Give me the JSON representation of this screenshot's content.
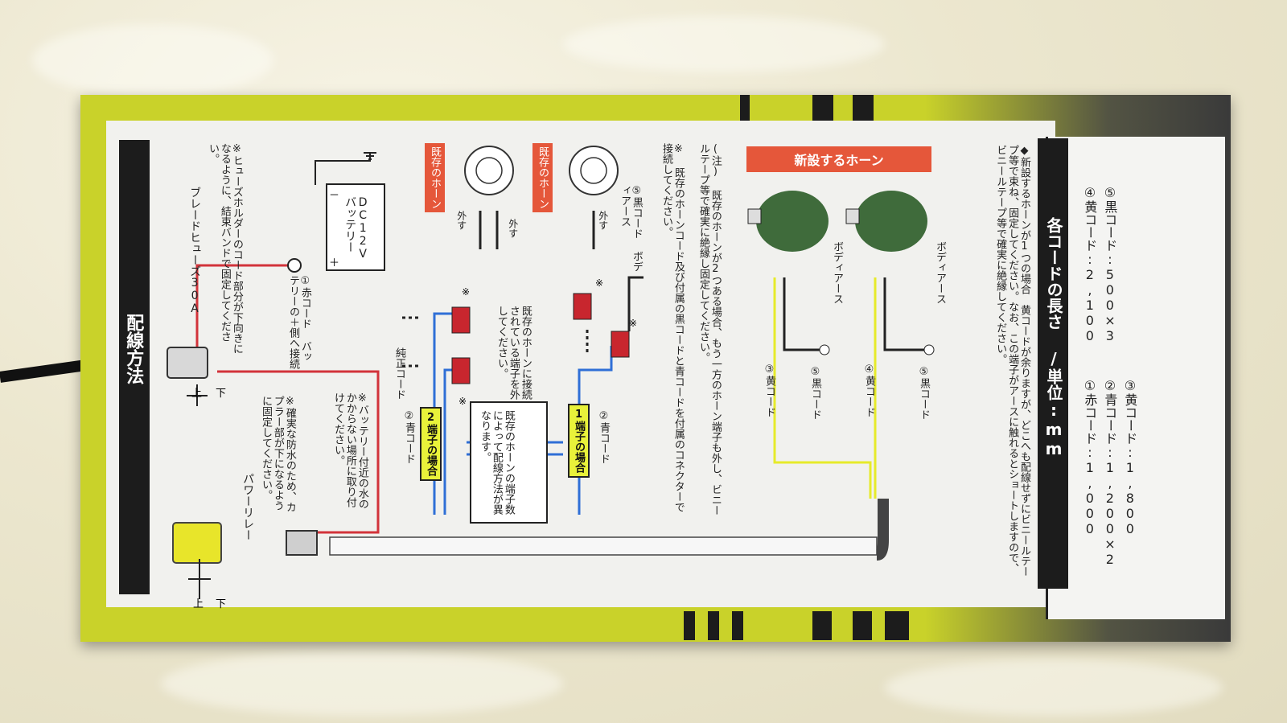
{
  "colors": {
    "box_yellow": "#c9d22a",
    "label_red": "#e5573a",
    "wire_red": "#d2333a",
    "wire_blue": "#2f6fd6",
    "wire_yellow": "#e6ea2a",
    "horn_green": "#3f6b3b"
  },
  "section_title": "配線方法",
  "relay": {
    "title": "パワーリレー",
    "note1": "※確実な防水のため、カプラー部が下になるように固定してください。",
    "note2": "※バッテリー付近の水のかからない場所に取り付けてください。",
    "up": "上",
    "down": "下"
  },
  "fuse": {
    "title": "ブレードヒューズ30A",
    "note": "※ヒューズホルダーのコード部分が下向きになるように、結束バンドで固定してください。",
    "up": "上",
    "down": "下"
  },
  "red_cord": "①赤コード バッテリーの＋側へ接続",
  "battery": {
    "label": "DC12V バッテリー",
    "plus": "＋",
    "minus": "－"
  },
  "genuine_cord": "純正コード",
  "existing_horn": "既存のホーン",
  "remove": "外す",
  "blue_cord": "②青コード",
  "case_2terminals": "2端子の場合",
  "case_1terminal": "1端子の場合",
  "wiring_note": "既存のホーンの端子数によって配線方法が異なります。",
  "connect_note": "既存のホーンに接続されている端子を外してください。",
  "black_cord_earth": "⑤黒コード ボディアース",
  "asterisk_note": "※ 既存のホーンコード及び付属の黒コードと青コードを付属のコネクターで接続してください。",
  "paren_note": "(注) 既存のホーンが2つある場合、もう一方のホーン端子も外し、ビニールテープ等で確実に絶縁し固定してください。",
  "new_horn": "新設するホーン",
  "body_earth": "ボディアース",
  "yellow_cord_3": "③黄コード",
  "yellow_cord_4": "④黄コード",
  "black_cord_5": "⑤黒コード",
  "single_horn_note": "◆新設するホーンが1つの場合　黄コードが余りますが、どこへも配線せずにビニールテープ等で束ね、固定してください。なお、この端子がアースに触れるとショートしますので、ビニールテープ等で確実に絶縁してください。",
  "length_title": "各コードの長さ /単位:mm",
  "lengths": [
    "①赤コード:1,000",
    "②青コード:1,200×2",
    "③黄コード:1,800",
    "④黄コード:2,100",
    "⑤黒コード:500×3"
  ],
  "asterisk": "※"
}
